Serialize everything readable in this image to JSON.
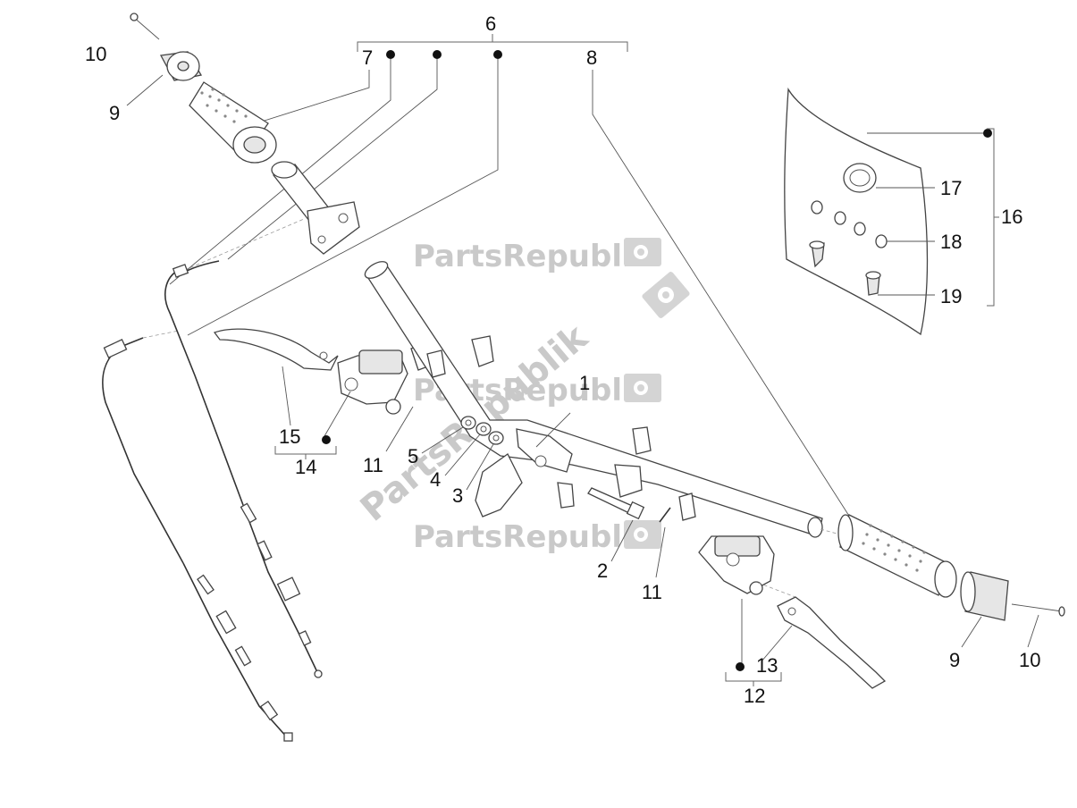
{
  "watermark": {
    "text": "PartsRepublik",
    "color": "#c9c9c9"
  },
  "callouts": {
    "n6": "6",
    "n7": "7",
    "n8": "8",
    "n9_top": "9",
    "n10_top": "10",
    "n1": "1",
    "n2": "2",
    "n3": "3",
    "n4": "4",
    "n5": "5",
    "n11_left": "11",
    "n11_right": "11",
    "n12": "12",
    "n13": "13",
    "n14": "14",
    "n15": "15",
    "n16": "16",
    "n17": "17",
    "n18": "18",
    "n19": "19",
    "n9_bottom": "9",
    "n10_bottom": "10"
  },
  "icons": [
    "gear-flag-icon",
    "bullet-dot-icon"
  ]
}
